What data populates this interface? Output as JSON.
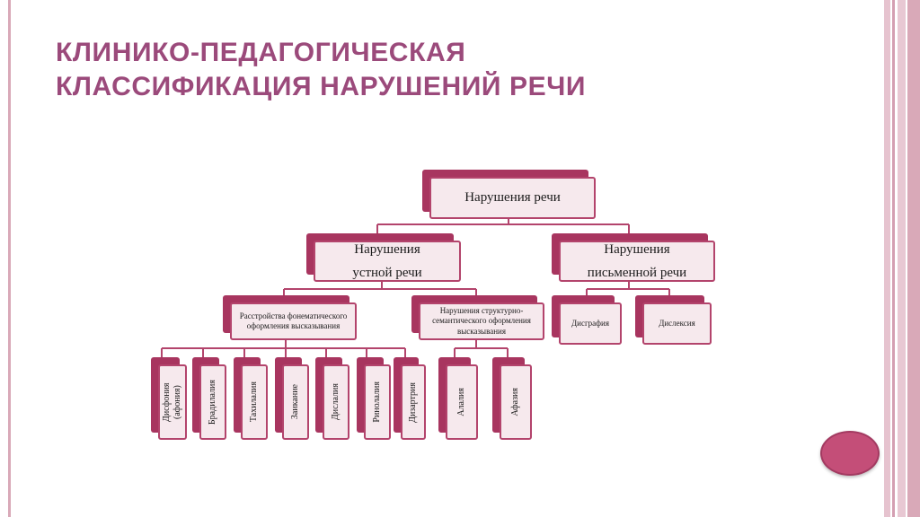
{
  "slide": {
    "title_line1": "КЛИНИКО-ПЕДАГОГИЧЕСКАЯ",
    "title_line2": "КЛАССИФИКАЦИЯ НАРУШЕНИЙ РЕЧИ"
  },
  "tree": {
    "root": "Нарушения речи",
    "oral": {
      "line1": "Нарушения",
      "line2": "устной речи"
    },
    "written": {
      "line1": "Нарушения",
      "line2": "письменной речи"
    },
    "phonation": "Расстройства фонематического оформления высказывания",
    "structural": "Нарушения структурно-семантического оформления высказывания",
    "dysgraphia": "Дисграфия",
    "dyslexia": "Дислексия",
    "leaves": {
      "dysphonia": "Дисфония (афония)",
      "bradylalia": "Брадилалия",
      "tachylalia": "Тахилалия",
      "stuttering": "Заикание",
      "dyslalia": "Дислалия",
      "rhinolalia": "Ринолалия",
      "dysarthria": "Дизартрия",
      "alalia": "Алалия",
      "aphasia": "Афазия"
    }
  },
  "colors": {
    "accent": "#a8355f",
    "box_fill": "#f6e9ed",
    "title": "#9b4a7b",
    "connector": "#b3446c",
    "stripe_light": "#e6c3cf",
    "stripe_dark": "#d49fb2"
  }
}
